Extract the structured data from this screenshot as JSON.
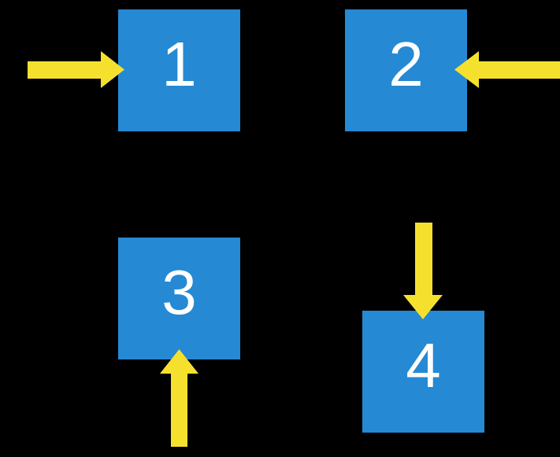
{
  "colors": {
    "background": "#000000",
    "square_fill": "#2589D3",
    "arrow_fill": "#F5E12D",
    "label_text": "#FFFFFF"
  },
  "squares": [
    {
      "label": "1",
      "arrow": {
        "icon": "arrow-right-icon",
        "direction": "right",
        "points_at_side": "left"
      }
    },
    {
      "label": "2",
      "arrow": {
        "icon": "arrow-left-icon",
        "direction": "left",
        "points_at_side": "right"
      }
    },
    {
      "label": "3",
      "arrow": {
        "icon": "arrow-up-icon",
        "direction": "up",
        "points_at_side": "bottom"
      }
    },
    {
      "label": "4",
      "arrow": {
        "icon": "arrow-down-icon",
        "direction": "down",
        "points_at_side": "top"
      }
    }
  ]
}
